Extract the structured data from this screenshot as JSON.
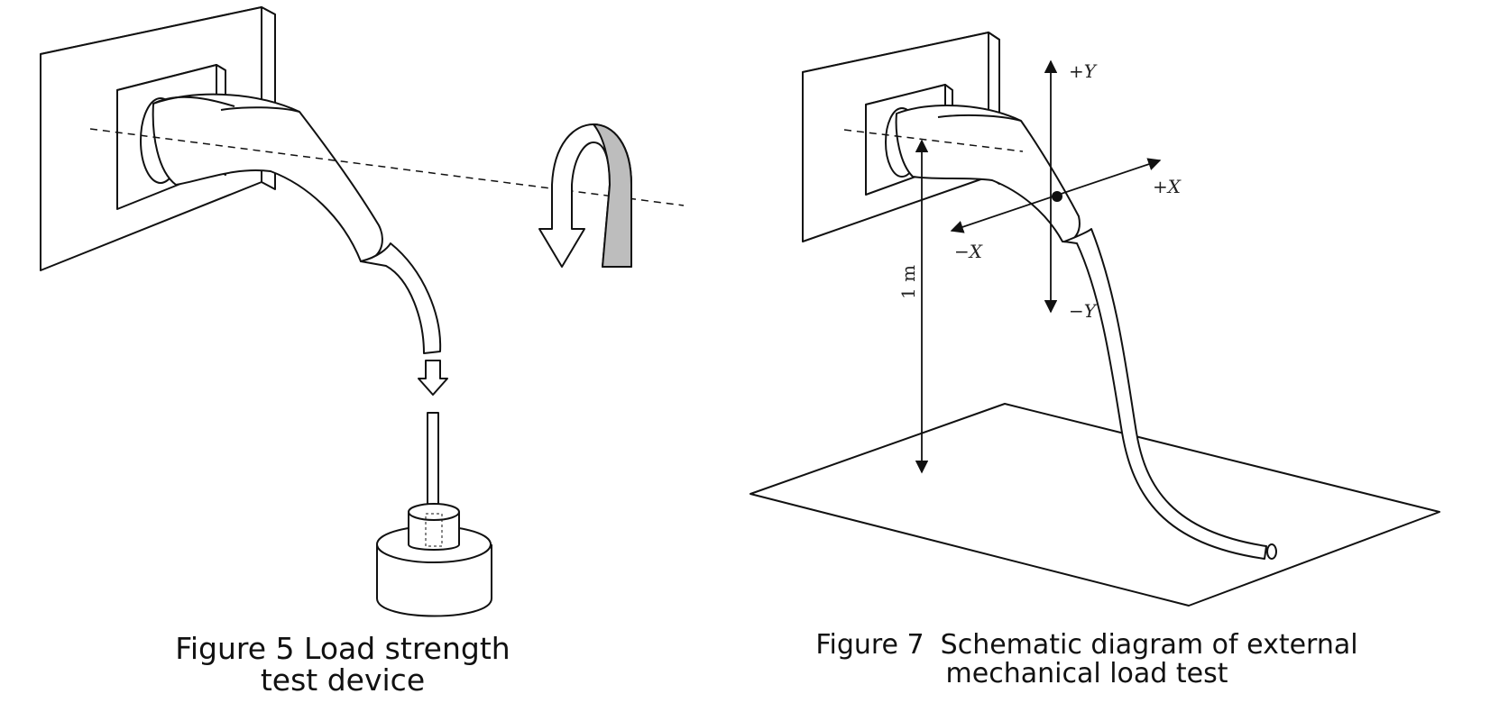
{
  "figure5": {
    "caption_line1": "Figure 5 Load strength",
    "caption_line2": "test device"
  },
  "figure7": {
    "caption_number": "Figure 7",
    "caption_line1": "Schematic diagram of external",
    "caption_line2": "mechanical load test",
    "labels": {
      "plus_y": "+Y",
      "minus_y": "−Y",
      "plus_x": "+X",
      "minus_x": "−X",
      "height": "1 m"
    }
  },
  "colors": {
    "ink": "#111111",
    "fill_gray": "#bdbdbd",
    "background": "#ffffff"
  }
}
